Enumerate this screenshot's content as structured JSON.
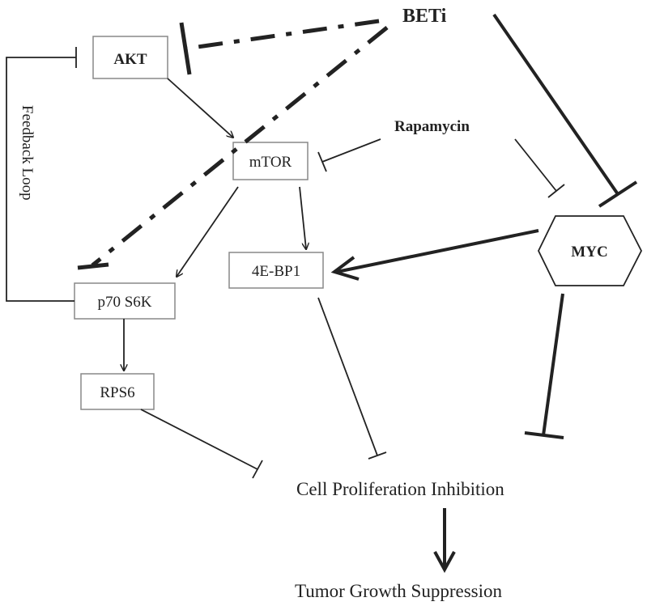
{
  "diagram": {
    "nodes": {
      "akt": "AKT",
      "mtor": "mTOR",
      "p70s6k": "p70 S6K",
      "rps6": "RPS6",
      "eb4p1": "4E-BP1",
      "myc": "MYC"
    },
    "drugs": {
      "beti": "BETi",
      "rapamycin": "Rapamycin"
    },
    "labels": {
      "feedback_loop": "Feedback Loop",
      "cell_prolif": "Cell Proliferation Inhibition",
      "tumor": "Tumor Growth Suppression"
    },
    "colors": {
      "stroke": "#222222",
      "box_border": "#888888",
      "text": "#222222"
    }
  }
}
